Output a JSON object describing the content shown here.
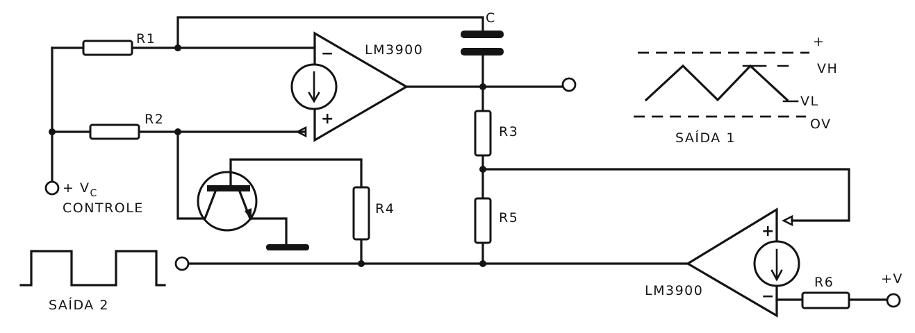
{
  "labels": {
    "r1": "R1",
    "r2": "R2",
    "r3": "R3",
    "r4": "R4",
    "r5": "R5",
    "r6": "R6",
    "c": "C",
    "opamp1": "LM3900",
    "opamp2": "LM3900",
    "vc_plus": "+ V",
    "vc_sub": "C",
    "controle": "CONTROLE",
    "vplus": "+V",
    "saida1": "SAÍDA 1",
    "saida2": "SAÍDA 2",
    "plus": "+",
    "vh": "VH",
    "vl": "VL",
    "ov": "OV"
  },
  "opamp_pins": {
    "minus": "−",
    "plus": "+"
  }
}
